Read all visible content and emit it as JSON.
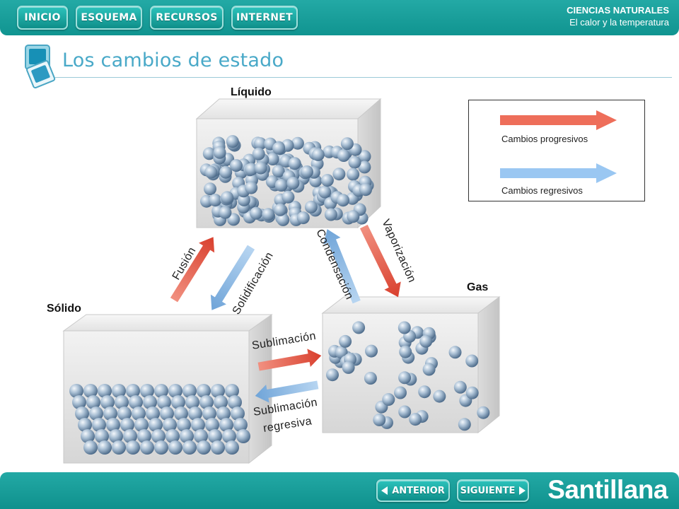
{
  "nav": {
    "inicio": "INICIO",
    "esquema": "ESQUEMA",
    "recursos": "RECURSOS",
    "internet": "INTERNET"
  },
  "header": {
    "subject": "CIENCIAS NATURALES",
    "topic": "El calor y la temperatura"
  },
  "title": "Los cambios de estado",
  "states": {
    "liquid": "Líquido",
    "solid": "Sólido",
    "gas": "Gas"
  },
  "processes": {
    "fusion": "Fusión",
    "solidification": "Solidificación",
    "condensation": "Condensación",
    "vaporization": "Vaporización",
    "sublimation": "Sublimación",
    "reverse_sublimation_1": "Sublimación",
    "reverse_sublimation_2": "regresiva"
  },
  "legend": {
    "progressive": "Cambios progresivos",
    "regressive": "Cambios regresivos"
  },
  "colors": {
    "progressive": "#e9614d",
    "regressive": "#8fbde9",
    "teal": "#1a9f9b",
    "title": "#49a9c8"
  },
  "footer": {
    "prev": "ANTERIOR",
    "next": "SIGUIENTE",
    "brand": "Santillana"
  }
}
